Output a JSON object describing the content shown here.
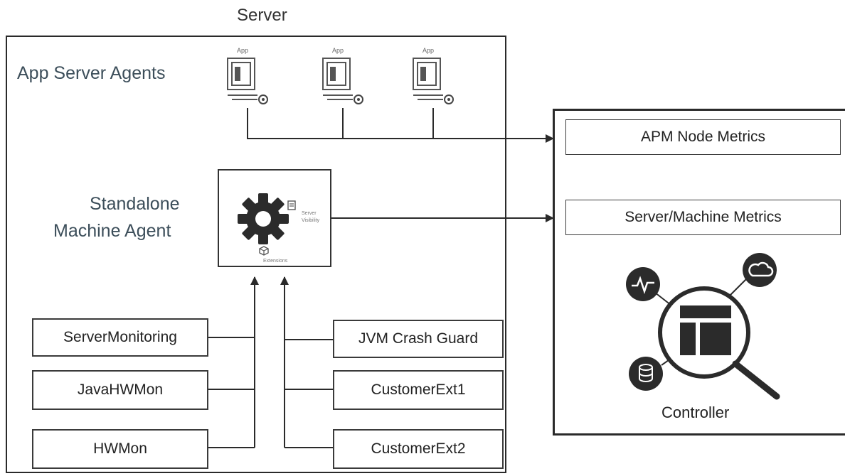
{
  "server": {
    "title": "Server"
  },
  "app_agents": {
    "heading": "App Server Agents",
    "icon_label": "App",
    "icons": [
      {
        "label": "App",
        "icon": "app-server-icon"
      },
      {
        "label": "App",
        "icon": "app-server-icon"
      },
      {
        "label": "App",
        "icon": "app-server-icon"
      }
    ]
  },
  "machine_agent": {
    "heading_line1": "Standalone",
    "heading_line2": "Machine Agent",
    "server_visibility_line1": "Server",
    "server_visibility_line2": "Visibility",
    "extensions_label": "Extensions",
    "icons": [
      "gear-icon",
      "server-visibility-icon",
      "extensions-icon"
    ]
  },
  "extensions_left": [
    "ServerMonitoring",
    "JavaHWMon",
    "HWMon"
  ],
  "extensions_right": [
    "JVM Crash Guard",
    "CustomerExt1",
    "CustomerExt2"
  ],
  "controller": {
    "metrics": [
      "APM Node Metrics",
      "Server/Machine Metrics"
    ],
    "label": "Controller",
    "icons": [
      "magnifier-dashboard-icon",
      "pulse-icon",
      "cloud-icon",
      "database-icon"
    ]
  },
  "colors": {
    "stroke": "#2a2a2a",
    "heading": "#3c4e5a",
    "icon_dark": "#2b2b2b"
  }
}
